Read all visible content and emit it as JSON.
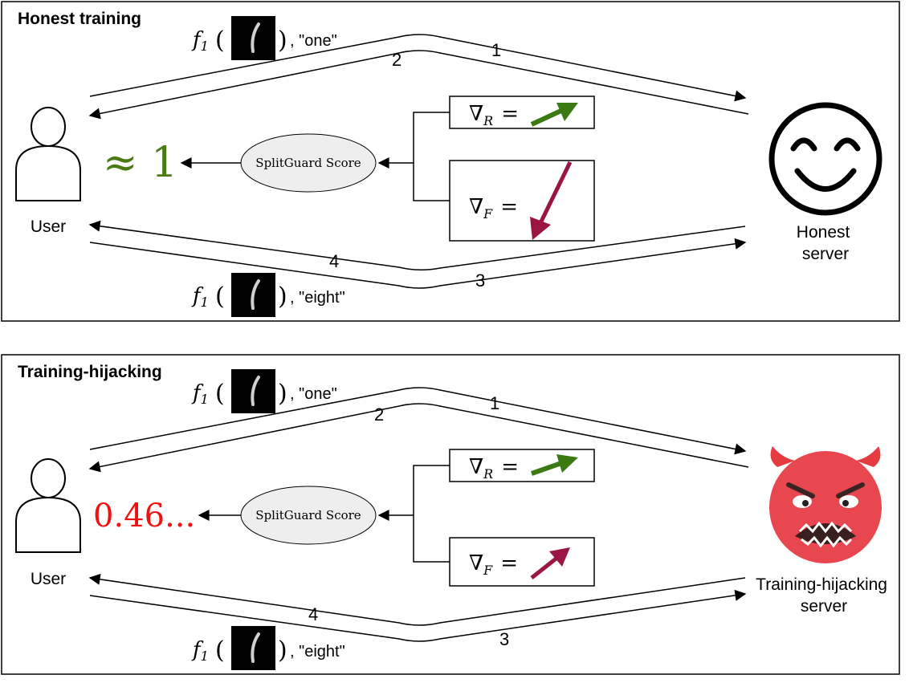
{
  "colors": {
    "honest_score": "#4a7a12",
    "hijack_score": "#ee1111",
    "regular_arrow": "#3b7a12",
    "fake_arrow": "#9a1444",
    "score_oval_fill": "#eeeeee",
    "devil_face": "#e8474f",
    "devil_horns": "#e53a40"
  },
  "icons": {
    "user": "user-icon",
    "honest_server": "smiley-face-icon",
    "hijacking_server": "angry-devil-icon",
    "digit": "handwritten-digit-one-icon"
  },
  "panels": [
    {
      "id": "honest",
      "title": "Honest training",
      "user_label": "User",
      "server_label_lines": [
        "Honest",
        "server"
      ],
      "top_exchange": {
        "f_symbol": "f",
        "f_subscript": "1",
        "label_text": ", \"one\"",
        "step_forward": "1",
        "step_back": "2"
      },
      "bottom_exchange": {
        "f_symbol": "f",
        "f_subscript": "1",
        "label_text": ", \"eight\"",
        "step_forward": "3",
        "step_back": "4"
      },
      "score_label": "SplitGuard Score",
      "score_value": "≈ 1",
      "grad_regular": {
        "symbol": "∇",
        "subscript": "R",
        "equals": "="
      },
      "grad_fake": {
        "symbol": "∇",
        "subscript": "F",
        "equals": "="
      }
    },
    {
      "id": "hijacking",
      "title": "Training-hijacking",
      "user_label": "User",
      "server_label_lines": [
        "Training-hijacking",
        "server"
      ],
      "top_exchange": {
        "f_symbol": "f",
        "f_subscript": "1",
        "label_text": ", \"one\"",
        "step_forward": "1",
        "step_back": "2"
      },
      "bottom_exchange": {
        "f_symbol": "f",
        "f_subscript": "1",
        "label_text": ", \"eight\"",
        "step_forward": "3",
        "step_back": "4"
      },
      "score_label": "SplitGuard Score",
      "score_value": "0.46...",
      "grad_regular": {
        "symbol": "∇",
        "subscript": "R",
        "equals": "="
      },
      "grad_fake": {
        "symbol": "∇",
        "subscript": "F",
        "equals": "="
      }
    }
  ]
}
